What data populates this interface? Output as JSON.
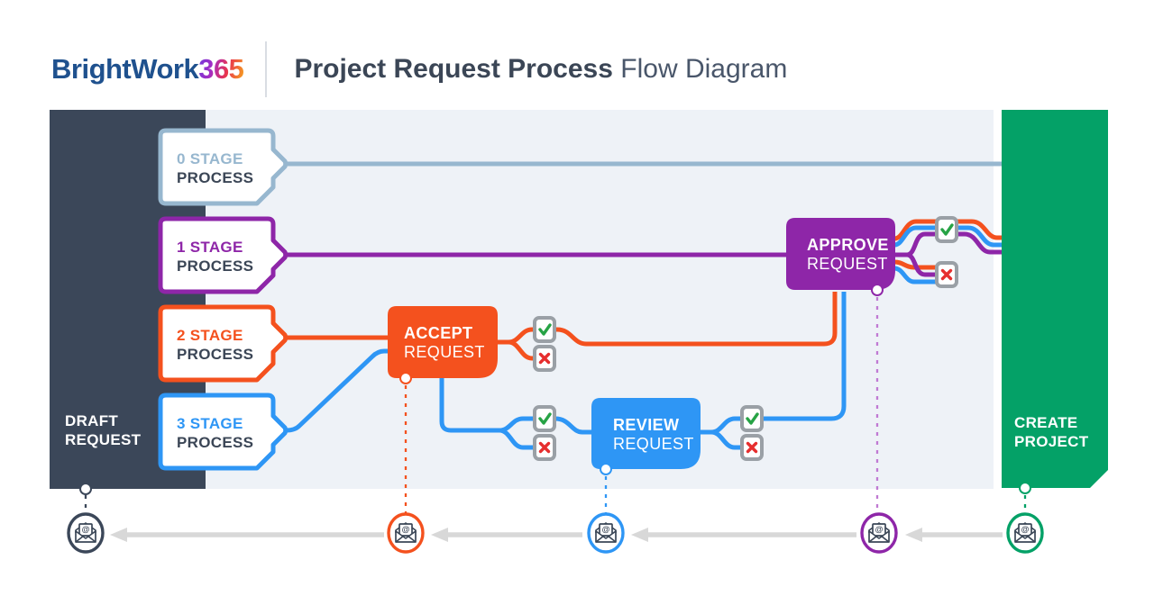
{
  "header": {
    "logo_text": "BrightWork",
    "logo_number": "365",
    "title_bold": "Project Request Process",
    "title_regular": "Flow Diagram"
  },
  "colors": {
    "dark_slate": "#3b4759",
    "panel_background": "#eef2f7",
    "stage0_lightblue": "#97b7cf",
    "stage1_purple": "#8e26a8",
    "stage2_orange": "#f4511e",
    "stage3_blue": "#2e96f5",
    "create_green": "#04a167",
    "check_green": "#27a345",
    "cross_red": "#e62e2e",
    "decision_border_gray": "#9aa0a6",
    "arrow_gray": "#d8d8d8",
    "text_dark": "#3b4656",
    "logo_blue": "#1f518e"
  },
  "endpoints": {
    "draft": {
      "line1": "DRAFT",
      "line2": "REQUEST"
    },
    "create": {
      "line1": "CREATE",
      "line2": "PROJECT"
    }
  },
  "stages": [
    {
      "label": "0 STAGE",
      "sublabel": "PROCESS"
    },
    {
      "label": "1 STAGE",
      "sublabel": "PROCESS"
    },
    {
      "label": "2 STAGE",
      "sublabel": "PROCESS"
    },
    {
      "label": "3 STAGE",
      "sublabel": "PROCESS"
    }
  ],
  "actions": {
    "accept": {
      "line1": "ACCEPT",
      "line2": "REQUEST"
    },
    "review": {
      "line1": "REVIEW",
      "line2": "REQUEST"
    },
    "approve": {
      "line1": "APPROVE",
      "line2": "REQUEST"
    }
  },
  "email_icon_symbol": "@"
}
